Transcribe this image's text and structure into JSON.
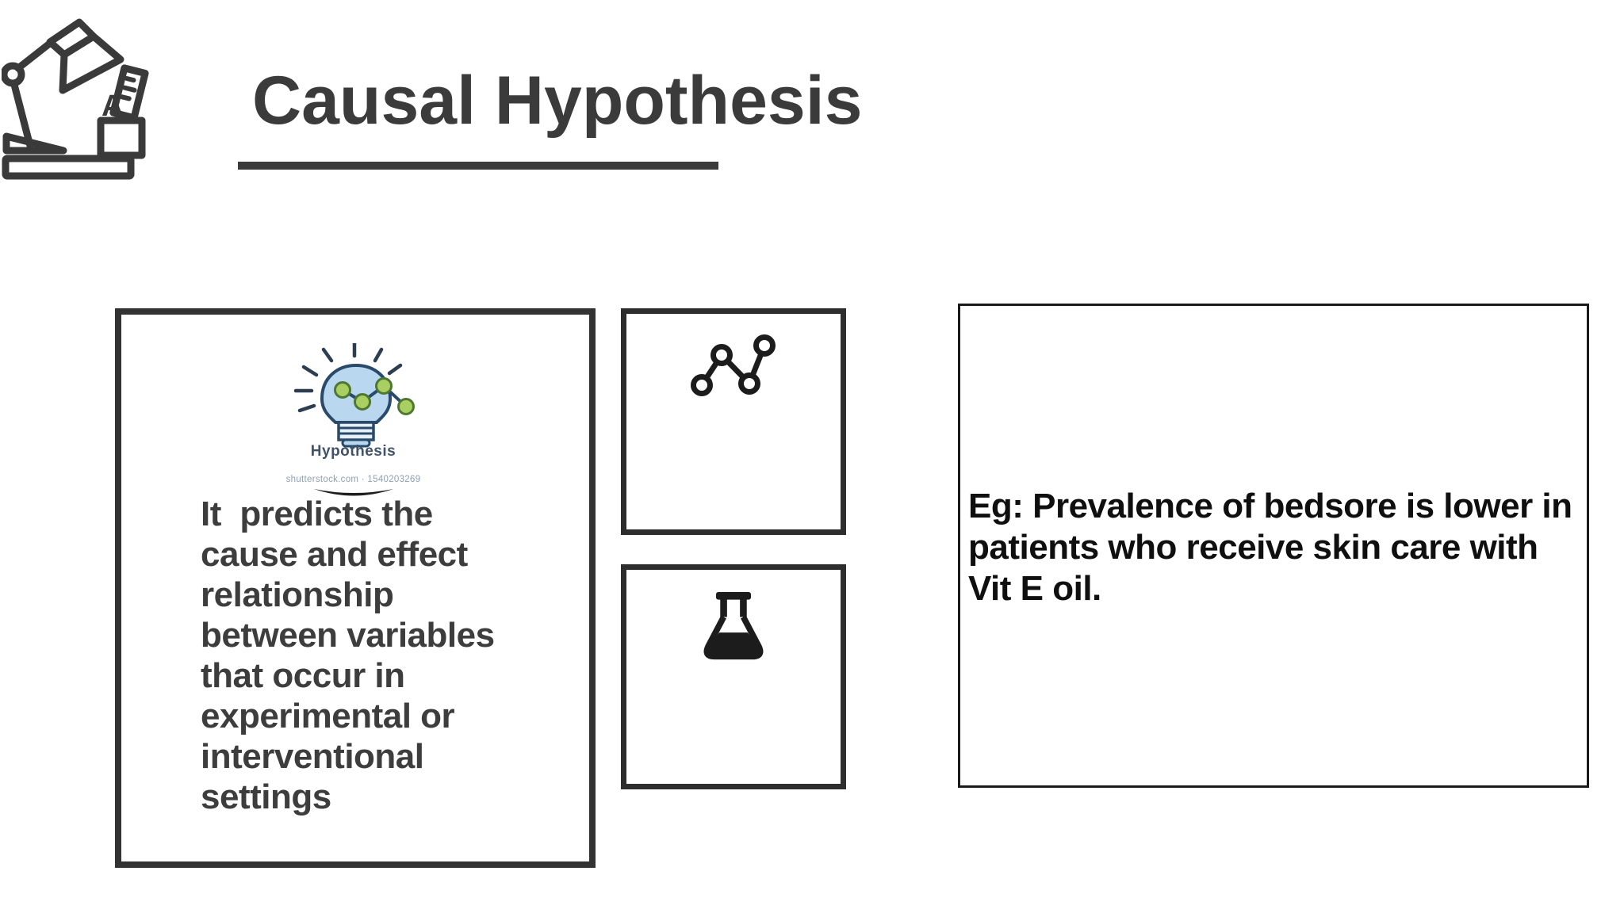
{
  "slide": {
    "title": "Causal Hypothesis"
  },
  "lamp": {
    "pencil_letter": "A"
  },
  "definition_card": {
    "image_label": "Hypothesis",
    "image_watermark": "shutterstock.com · 1540203269",
    "body": "It  predicts the\ncause and effect\nrelationship\nbetween variables\nthat occur in\nexperimental or\ninterventional\nsettings"
  },
  "icon_cards": [
    {
      "icon": "node-graph-icon"
    },
    {
      "icon": "flask-icon"
    }
  ],
  "example_card": {
    "body": "Eg: Prevalence of bedsore is lower in\npatients who receive skin care with\nVit E oil."
  },
  "colors": {
    "title_text": "#3b3b3b",
    "body_text": "#3d3d3d",
    "example_text": "#0f0f0f",
    "card_border": "#2e2e2e",
    "def_card_border": "#333333",
    "example_border": "#1a1a1a",
    "icon_stroke": "#1c1c1c",
    "lamp_stroke": "#3a3a3a",
    "bulb_fill": "#bad7f0",
    "bulb_stroke": "#2a4a6b",
    "node_fill": "#a9ce62",
    "node_stroke": "#4e7831",
    "label_text": "#41526b",
    "watermark_text": "#8fa0b3"
  }
}
